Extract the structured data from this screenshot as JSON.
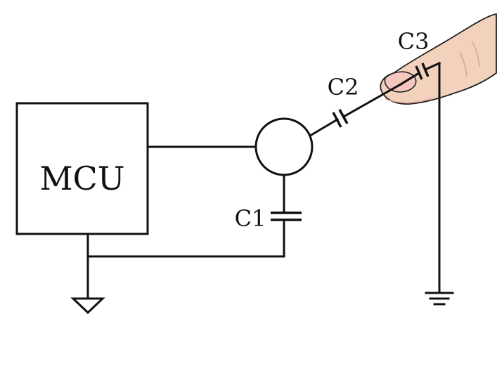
{
  "diagram": {
    "mcu_label": "MCU",
    "capacitors": {
      "c1": "C1",
      "c2": "C2",
      "c3": "C3"
    }
  },
  "colors": {
    "line": "#111111",
    "background": "#ffffff",
    "skin": "#f3d2bd",
    "nail": "#f6c7bf"
  }
}
